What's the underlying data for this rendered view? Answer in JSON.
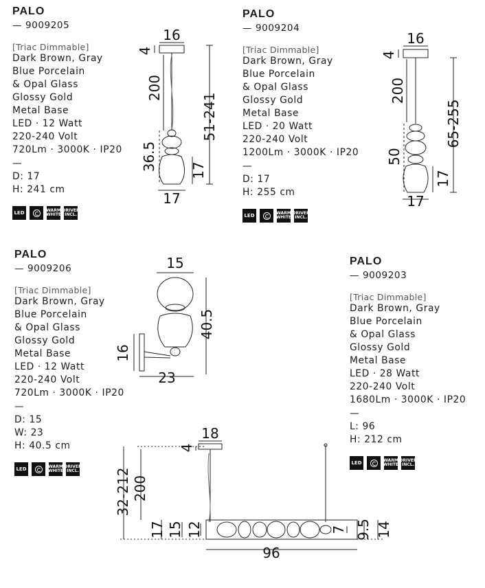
{
  "products": [
    {
      "id": "p1",
      "name": "PALO",
      "code": "— 9009205",
      "dimmable": "[Triac Dimmable]",
      "specs": [
        "Dark Brown, Gray",
        "Blue Porcelain",
        "& Opal Glass",
        "Glossy Gold",
        "Metal Base",
        "LED · 12 Watt",
        "220-240 Volt",
        "720Lm · 3000K · IP20"
      ],
      "dims": [
        "D: 17",
        "H: 241 cm"
      ],
      "badges": [
        "LED",
        "dimmer-icon",
        "WARM WHITE",
        "DRIVER INCL."
      ],
      "drawing_labels": {
        "top": "16",
        "canopy": "4",
        "cable": "200",
        "total": "51-241",
        "body": "36.5",
        "shade_h": "17",
        "shade_w": "17"
      }
    },
    {
      "id": "p2",
      "name": "PALO",
      "code": "— 9009204",
      "dimmable": "[Triac Dimmable]",
      "specs": [
        "Dark Brown, Gray",
        "Blue Porcelain",
        "& Opal Glass",
        "Glossy Gold",
        "Metal Base",
        "LED · 20 Watt",
        "220-240 Volt",
        "1200Lm · 3000K · IP20"
      ],
      "dims": [
        "D: 17",
        "H: 255 cm"
      ],
      "badges": [
        "LED",
        "dimmer-icon",
        "WARM WHITE",
        "DRIVER INCL."
      ],
      "drawing_labels": {
        "top": "16",
        "canopy": "4",
        "cable": "200",
        "total": "65-255",
        "body": "50",
        "shade_h": "17",
        "shade_w": "17"
      }
    },
    {
      "id": "p3",
      "name": "PALO",
      "code": "— 9009206",
      "dimmable": "[Triac Dimmable]",
      "specs": [
        "Dark Brown, Gray",
        "Blue Porcelain",
        "& Opal Glass",
        "Glossy Gold",
        "Metal Base",
        "LED · 12 Watt",
        "220-240 Volt",
        "720Lm · 3000K · IP20"
      ],
      "dims": [
        "D: 15",
        "W: 23",
        "H: 40.5 cm"
      ],
      "badges": [
        "LED",
        "dimmer-icon",
        "WARM WHITE",
        "DRIVER INCL."
      ],
      "drawing_labels": {
        "top": "15",
        "height": "40.5",
        "base": "16",
        "width": "23"
      }
    },
    {
      "id": "p4",
      "name": "PALO",
      "code": "— 9009203",
      "dimmable": "[Triac Dimmable]",
      "specs": [
        "Dark Brown, Gray",
        "Blue Porcelain",
        "& Opal Glass",
        "Glossy Gold",
        "Metal Base",
        "LED · 28 Watt",
        "220-240 Volt",
        "1680Lm · 3000K · IP20"
      ],
      "dims": [
        "L: 96",
        "H: 212 cm"
      ],
      "badges": [
        "LED",
        "dimmer-icon",
        "WARM WHITE",
        "DRIVER INCL."
      ],
      "drawing_labels": {
        "top": "18",
        "canopy": "4",
        "total": "32-212",
        "cable": "200",
        "d17": "17",
        "d15": "15",
        "d12": "12",
        "d7": "7",
        "d95": "9.5",
        "d14": "14",
        "length": "96"
      }
    }
  ],
  "separator": "—"
}
